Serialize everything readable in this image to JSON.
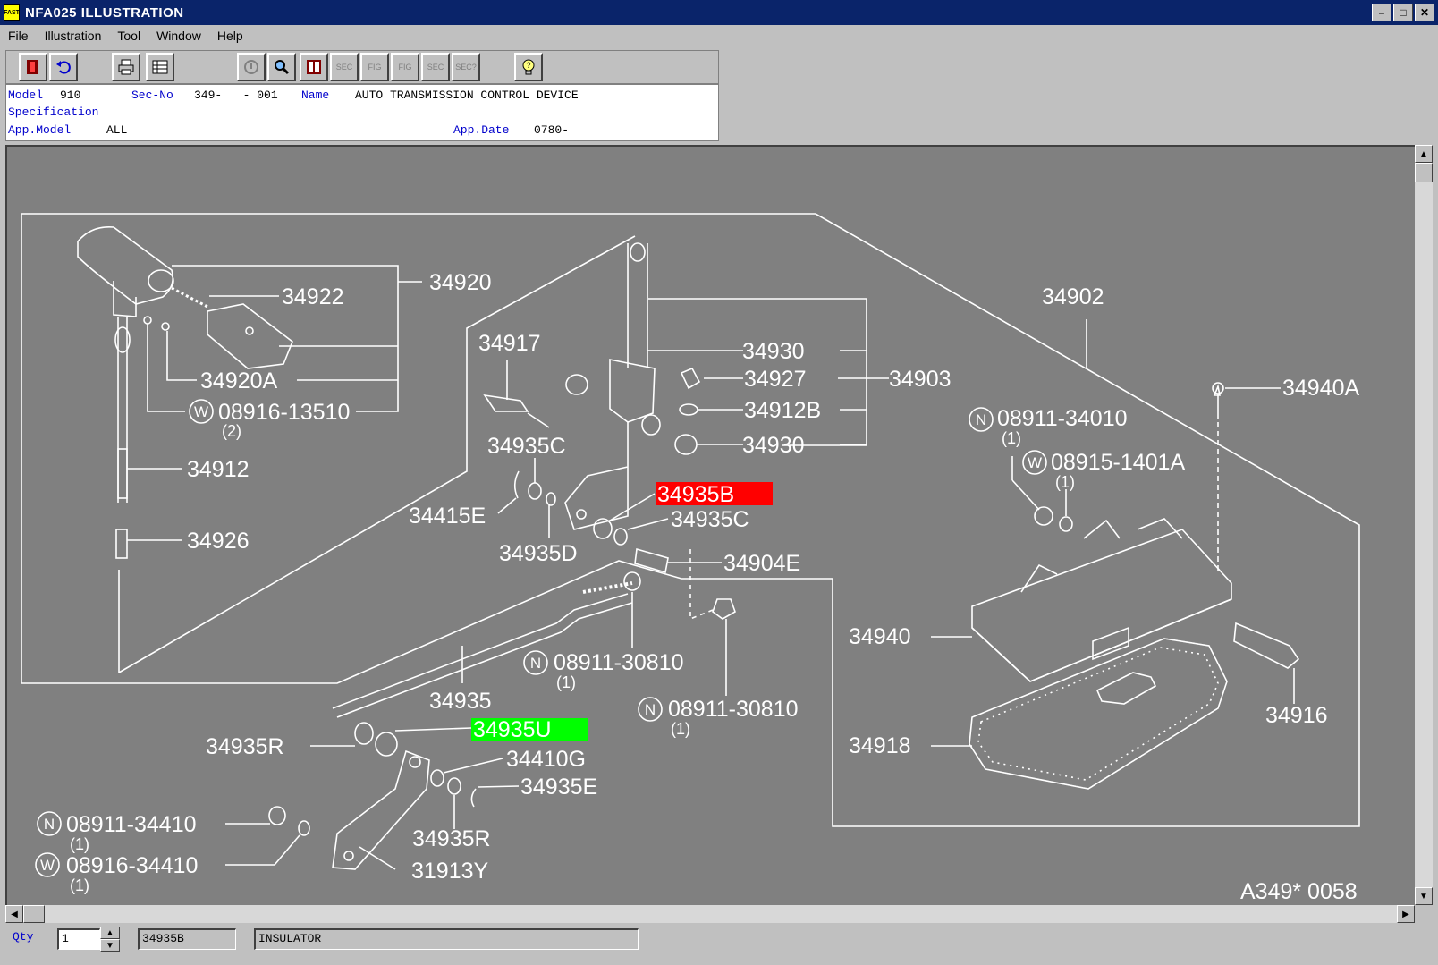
{
  "window": {
    "title": "NFA025  ILLUSTRATION",
    "icon_text": "FAST",
    "controls": [
      "minimize-icon",
      "maximize-icon",
      "close-icon"
    ]
  },
  "menu": [
    "File",
    "Illustration",
    "Tool",
    "Window",
    "Help"
  ],
  "toolbar": {
    "buttons": [
      {
        "icon": "exit-door-icon"
      },
      {
        "icon": "undo-arrow-icon"
      },
      {
        "icon": "printer-icon"
      },
      {
        "icon": "list-grid-icon"
      },
      {
        "icon": "info-icon"
      },
      {
        "icon": "magnifier-icon"
      },
      {
        "icon": "book-icon"
      },
      {
        "icon": "sec-back-icon",
        "text": "SEC"
      },
      {
        "icon": "fig-back-icon",
        "text": "FIG"
      },
      {
        "icon": "fig-next-icon",
        "text": "FIG"
      },
      {
        "icon": "sec-next-icon",
        "text": "SEC"
      },
      {
        "icon": "sec-query-icon",
        "text": "SEC?"
      },
      {
        "icon": "help-bulb-icon"
      }
    ]
  },
  "info": {
    "model_label": "Model",
    "model_value": "910",
    "secno_label": "Sec-No",
    "secno_value": "349-   - 001",
    "name_label": "Name",
    "name_value": "AUTO TRANSMISSION CONTROL DEVICE",
    "spec_label": "Specification",
    "appmodel_label": "App.Model",
    "appmodel_value": "ALL",
    "appdate_label": "App.Date",
    "appdate_value": "0780-"
  },
  "diagram": {
    "labels": {
      "p34920": "34920",
      "p34922": "34922",
      "p34920A": "34920A",
      "w0891613510": "08916-13510",
      "q2": "(2)",
      "p34912": "34912",
      "p34926": "34926",
      "p34917": "34917",
      "p34930a": "34930",
      "p34927": "34927",
      "p34903": "34903",
      "p34912B": "34912B",
      "p34930b": "34930",
      "p34935Ca": "34935C",
      "p34935B": "34935B",
      "p34935Cb": "34935C",
      "p34415E": "34415E",
      "p34935D": "34935D",
      "p34904E": "34904E",
      "p34902": "34902",
      "p34940A": "34940A",
      "n0891134010": "08911-34010",
      "q1a": "(1)",
      "w089151401A": "08915-1401A",
      "q1b": "(1)",
      "p34940": "34940",
      "p34916": "34916",
      "p34918": "34918",
      "n0891130810a": "08911-30810",
      "q1c": "(1)",
      "n0891130810b": "08911-30810",
      "q1d": "(1)",
      "p34935": "34935",
      "p34935U": "34935U",
      "p34935Ra": "34935R",
      "p34410G": "34410G",
      "p34935E": "34935E",
      "p34935Rb": "34935R",
      "p31913Y": "31913Y",
      "n0891134410": "08911-34410",
      "q1e": "(1)",
      "w0891634410": "08916-34410",
      "q1f": "(1)",
      "figure_code": "A349* 0058",
      "n": "N",
      "w": "W"
    },
    "colors": {
      "background": "#808080",
      "line": "#ffffff",
      "selected": "#ff0000",
      "highlight": "#00ff00"
    }
  },
  "status": {
    "qty_label": "Qty",
    "qty_value": "1",
    "part_no": "34935B",
    "part_name": "INSULATOR"
  }
}
